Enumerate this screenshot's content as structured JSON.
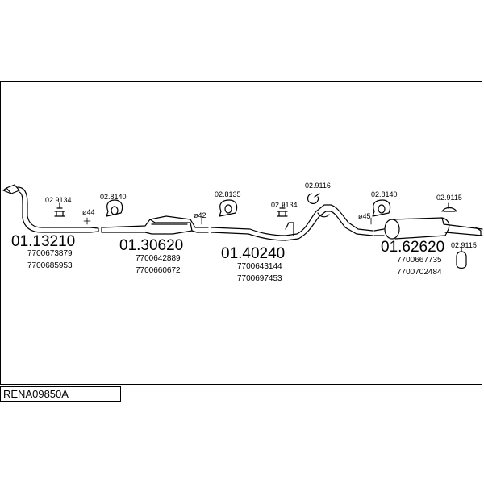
{
  "diagram": {
    "code": "RENA09850A",
    "parts": [
      {
        "number": "01.13210",
        "oe": [
          "7700673879",
          "7700685953"
        ]
      },
      {
        "number": "01.30620",
        "oe": [
          "7700642889",
          "7700660672"
        ]
      },
      {
        "number": "01.40240",
        "oe": [
          "7700643144",
          "7700697453"
        ]
      },
      {
        "number": "01.62620",
        "oe": [
          "7700667735",
          "7700702484"
        ]
      }
    ],
    "accessories": [
      "02.9134",
      "02.8140",
      "02.8135",
      "02.9134",
      "02.9116",
      "02.8140",
      "02.9115",
      "02.9115"
    ],
    "diameters": [
      "ø44",
      "ø42",
      "ø45"
    ]
  }
}
